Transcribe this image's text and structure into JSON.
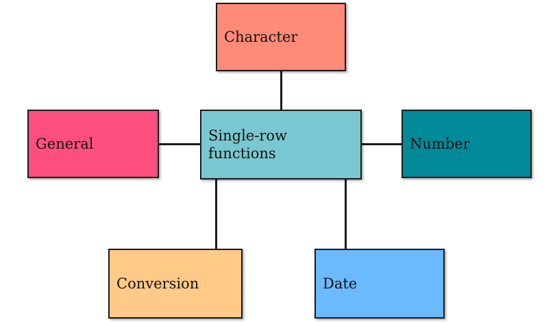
{
  "diagram": {
    "center": {
      "line1": "Single-row",
      "line2": "functions"
    },
    "nodes": {
      "character": "Character",
      "general": "General",
      "number": "Number",
      "conversion": "Conversion",
      "date": "Date"
    }
  },
  "colors": {
    "center": "#79c7d0",
    "character": "#ff8a78",
    "general": "#ff4f80",
    "number": "#028a99",
    "conversion": "#ffc987",
    "date": "#6bb9ff",
    "line": "#1a1a1a"
  }
}
